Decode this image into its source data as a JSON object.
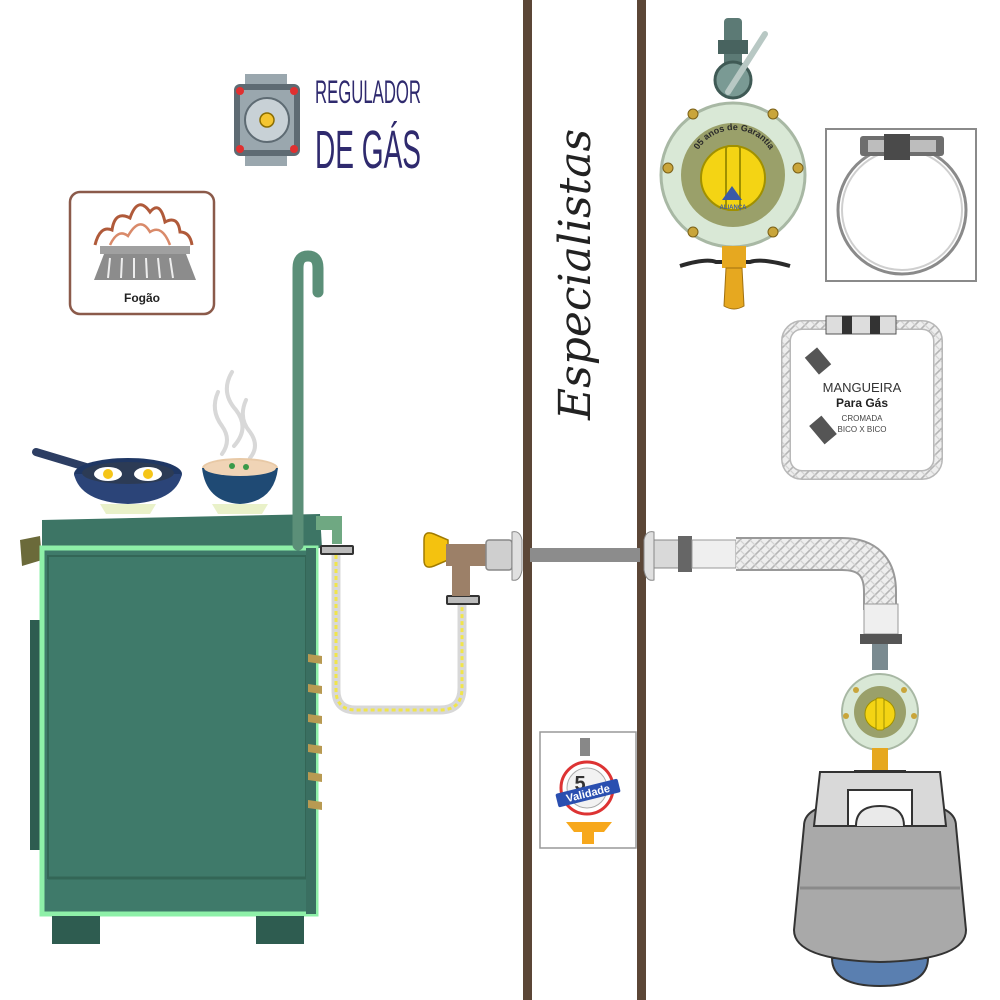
{
  "regulator_title": {
    "line1": "REGULADOR",
    "line2": "DE GÁS"
  },
  "stove_card_label": "Fogão",
  "wall_script": "Especialistas",
  "regulator_warranty": "05 anos de Garantia",
  "regulator_brand": "ALIANÇA",
  "hose_card": {
    "line1": "MANGUEIRA",
    "line2": "Para Gás",
    "line3": "CROMADA",
    "line4": "BICO X BICO"
  },
  "validity_badge": {
    "number": "5",
    "label": "Validade"
  },
  "colors": {
    "wall": "#5b4636",
    "stove_green": "#3f7a6a",
    "stove_outline": "#8ef0a8",
    "regulator_face": "#d9e8d6",
    "regulator_center": "#9aa06a",
    "knob_yellow": "#f4d414",
    "cylinder_gray": "#a9a9a9"
  },
  "icons": [
    "regulator-icon",
    "burner-flame-icon",
    "frying-pan-icon",
    "bowl-icon",
    "steam-icon",
    "valve-icon",
    "hose-clamp-icon",
    "validity-seal-icon",
    "gas-cylinder-icon"
  ]
}
